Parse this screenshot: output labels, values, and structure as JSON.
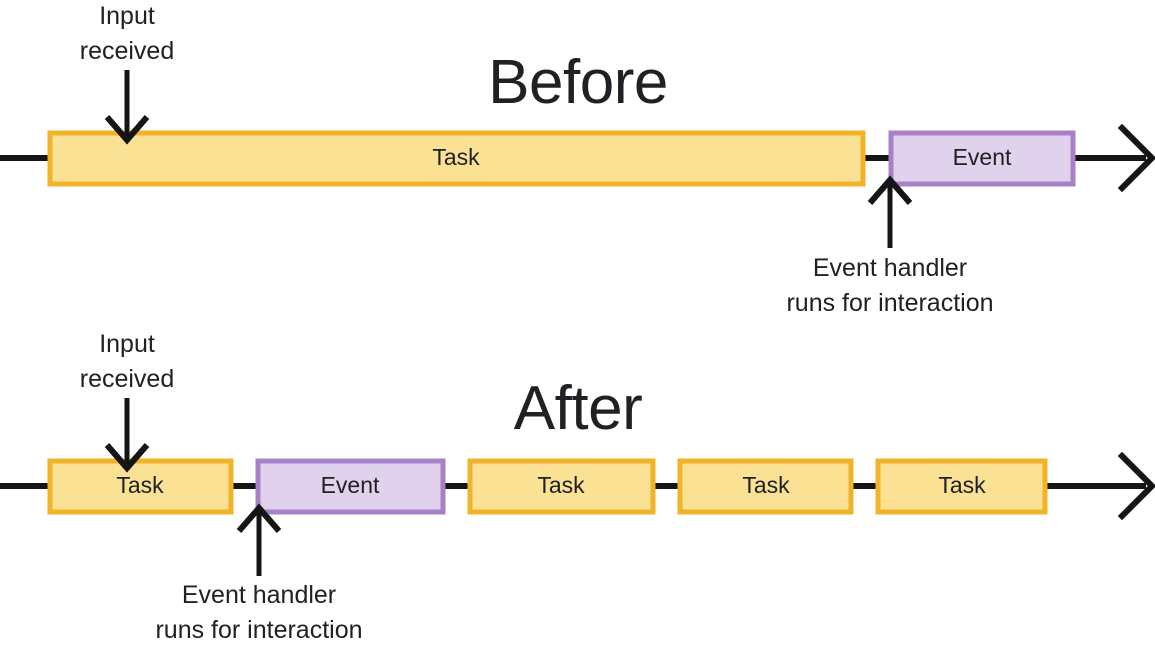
{
  "diagram": {
    "title_before": "Before",
    "title_after": "After",
    "colors": {
      "task_fill": "#fbe193",
      "task_border": "#f0b32a",
      "event_fill": "#e0d2ec",
      "event_border": "#a880c6",
      "line": "#151515",
      "text": "#202124",
      "background": "#ffffff"
    },
    "labels": {
      "task": "Task",
      "event": "Event"
    },
    "annotations": {
      "input_received_line1": "Input",
      "input_received_line2": "received",
      "event_handler_line1": "Event handler",
      "event_handler_line2": "runs for interaction"
    },
    "before": {
      "title": "Before",
      "blocks": [
        {
          "type": "task",
          "label": "Task"
        },
        {
          "type": "event",
          "label": "Event"
        }
      ],
      "input_annotation": {
        "line1": "Input",
        "line2": "received"
      },
      "handler_annotation": {
        "line1": "Event handler",
        "line2": "runs for interaction"
      }
    },
    "after": {
      "title": "After",
      "blocks": [
        {
          "type": "task",
          "label": "Task"
        },
        {
          "type": "event",
          "label": "Event"
        },
        {
          "type": "task",
          "label": "Task"
        },
        {
          "type": "task",
          "label": "Task"
        },
        {
          "type": "task",
          "label": "Task"
        }
      ],
      "input_annotation": {
        "line1": "Input",
        "line2": "received"
      },
      "handler_annotation": {
        "line1": "Event handler",
        "line2": "runs for interaction"
      }
    }
  }
}
